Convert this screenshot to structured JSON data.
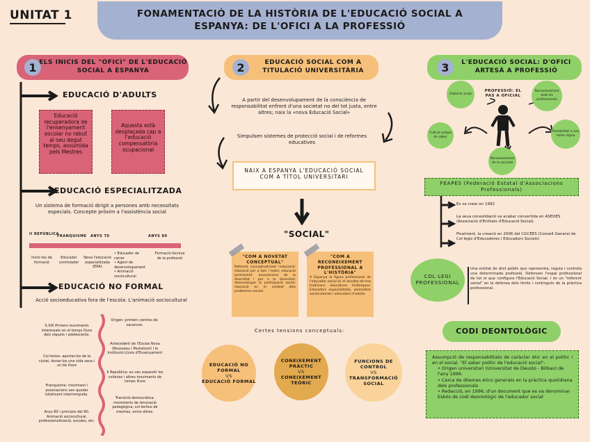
{
  "header": {
    "unit": "UNITAT 1",
    "title": "FONAMENTACIÓ DE LA HISTÒRIA DE L'EDUCACIÓ SOCIAL A ESPANYA: DE L'OFICI A LA PROFESSIÓ"
  },
  "col1": {
    "num": "1",
    "title": "ELS INICIS DEL \"OFICI\" DE L'EDUCACIÓ SOCIAL A ESPANYA",
    "adults": {
      "heading": "EDUCACIÓ D'ADULTS",
      "box1": "Educació recuperadora de l'ensenyament escolar no rebut al seu degut temps, assumida pels Mestres",
      "box2": "Aquesta està desplaçada cap a l'educació compensatòria ocupacional"
    },
    "especialitzada": {
      "heading": "EDUCACIÓ ESPECIALITZADA",
      "text": "Un sistema de formació dirigit a persones amb necessitats especials. Concepte pròxim a l'assistència social",
      "timeline": {
        "top_labels": [
          "II REPÚBLICA",
          "FRANQUISME",
          "ANYS 70",
          "ANYS 80"
        ],
        "bottom_labels": [
          "Inicis tes de formació",
          "Educador controlador",
          "Nova l'educació especialitzada (ERA)",
          "Formació tècnica de la professió"
        ],
        "bullets": [
          "Educador de carrer",
          "Agent de desenvolupament",
          "Animació sociocultural"
        ]
      }
    },
    "noformal": {
      "heading": "EDUCACIÓ NO FORMAL",
      "text": "Acció socioeducativa fora de l'escola: L'animació sociocultural",
      "left_items": [
        "S.XIX Primers moviments interessats en el temps lliure dels xiquets i adolescents.",
        "Col·lonies: aportar-los de la ciutat, donar-los una vida sana i un bé lliure",
        "Franquisme: moviment i associacions van quedar totalment interrompuda.",
        "Anys 80 i principis del 90: Animació sociocultural, professionalització, escoles, etc."
      ],
      "right_items": [
        "Origen: primers centres de vacances",
        "Antecedent de l'Escola Nova (Rousseau i Pestalozzi) i la Institució Lliure d'Ensenyament",
        "II República: es van expandir les colònies i altres moviments de temps lliure",
        "Transició democràtica: moviments de renovació pedagògica, col·lectius de mestres, entre altres."
      ]
    }
  },
  "col2": {
    "num": "2",
    "title": "EDUCACIÓ SOCIAL COM A TITULACIÓ UNIVERSITÀRIA",
    "para1": "A partir del desenvolupament de la consciència de responsabilitat enfront d'una societat no del tot justa, entre altres; naix la «nova Educació Social»",
    "para2": "Simpulsen sistemes de protecció social i de reformes educatives",
    "box": "NAIX A ESPANYA L'EDUCACIÓ SOCIAL COM A TÍTOL UNIVERSITARI",
    "social": "\"SOCIAL\"",
    "note1_title": "\"COM A NOVETAT CONCEPTUAL\"",
    "note1_text": "Referent conceptualment l'educació: educació per a tots i totes; educació permanent: associacions de la diversitat i per a la diversitat: desenvolupar la participació social; educació en el context dels problemes socials.",
    "note2_title": "\"COM A RECONEIXEMENT PROFESSIONAL A L'HISTÒRIA\"",
    "note2_text": "A Espanya la figura professional de l'educador social és el resultat de tres tradicions educatives històriques: Educadors especialitzats, animadors socioculturals i educadors d'adults",
    "tensions": "Certes tensions conceptuals:",
    "circles": [
      {
        "a": "EDUCACIÓ NO FORMAL",
        "vs": "VS",
        "b": "EDUCACIÓ FORMAL"
      },
      {
        "a": "CONEIXEMENT PRÀCTIC",
        "vs": "VS",
        "b": "CONEIXEMENT TEÒRIC"
      },
      {
        "a": "FUNCIONS DE CONTROL",
        "vs": "VS",
        "b": "TRANSFORMACIÓ SOCIAL"
      }
    ]
  },
  "col3": {
    "num": "3",
    "title": "L'EDUCACIÓ SOCIAL: D'OFICI ARTESÀ A PROFESSIÓ",
    "center_label": "PROFESSIÓ: EL PAS A OFICIAL",
    "nodes": [
      "Elaborar propi",
      "Reconeixement amb els professionals",
      "Cultura pròpia de saber",
      "Possibilitat a una millor digna",
      "Reconeixement de la societat"
    ],
    "feapes": "FEAPES (Federació Estatal d'Associacions Professionals)",
    "feapes_items": [
      "Es va crear en 1992",
      "La seua consolidació va acabar convertida en ASEDES (Associació d'Entitats d'Educació Social).",
      "Finalment, la creació en 2006 del CGCEES (Consell General de Col·legis d'Educadores i Educadors Socials)"
    ],
    "colegi": "COL·LEGI PROFESSIONAL",
    "colegi_text": "Una entitat de dret públic que representa, regula i controla una determinada professió. Defensen l'espai professional de tot el que configura l'Educació Social. I és un \"referent social\" en la defensa dels límits i continguts de la pràctica professional.",
    "codi": "CODI DEONTOLÒGIC",
    "codi_intro": "Assumpció de responsabilitats de caràcter ètic en el polític i en el social. \"El saber polític de l'educació social\":",
    "codi_items": [
      "Origen universitari (Universitat de Deusto - Bilbao) de l'any 1996.",
      "Cerca de dilemes ètics generats en la pràctica quotidiana dels professionals",
      "Redacció, en 1996, d'un document que es va denominar Esbós de codi deontològic de l'educador social"
    ]
  },
  "colors": {
    "pink": "#d96377",
    "orange": "#f6c07a",
    "green": "#8fd068",
    "blue": "#a5b1d0",
    "bg": "#fbe7d6"
  }
}
